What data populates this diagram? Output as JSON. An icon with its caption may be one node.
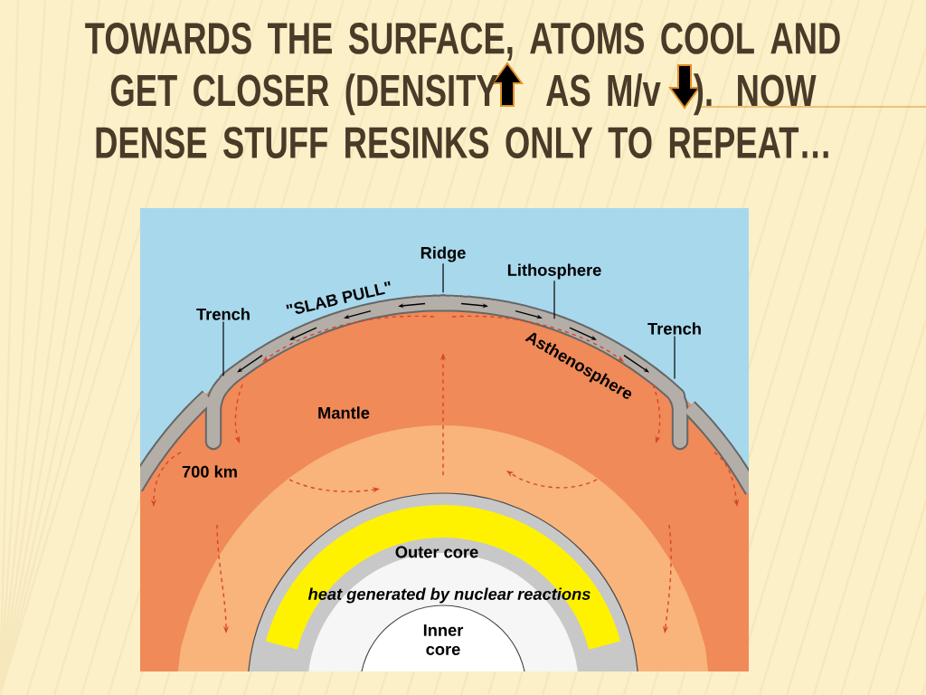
{
  "diagram": {
    "title": "TOWARDS THE SURFACE, ATOMS COOL AND GET CLOSER (DENSITY",
    "nodes": [
      {
        "text": [
          "Trench"
        ]
      },
      {
        "text": [
          "Ridge"
        ]
      },
      {
        "text": [
          "Lithosphere"
        ]
      },
      {
        "text": [
          "Trench"
        ]
      }
    ],
    "edges": [
      {
        "from": 0,
        "to": null,
        "arrow": "none"
      },
      {
        "from": 1,
        "to": null,
        "arrow": "none"
      },
      {
        "from": 2,
        "to": null,
        "arrow": "none"
      },
      {
        "from": 3,
        "to": null,
        "arrow": "none"
      }
    ],
    "labels": [
      "AS M/v",
      "). NOW DENSE STUFF RESINKS ONLY TO REPEAT…",
      "\"SLAB PULL\"",
      "Asthenosphere",
      "Mantle",
      "700 km",
      "Outer core",
      "heat generated by nuclear reactions",
      "Inner core"
    ]
  }
}
